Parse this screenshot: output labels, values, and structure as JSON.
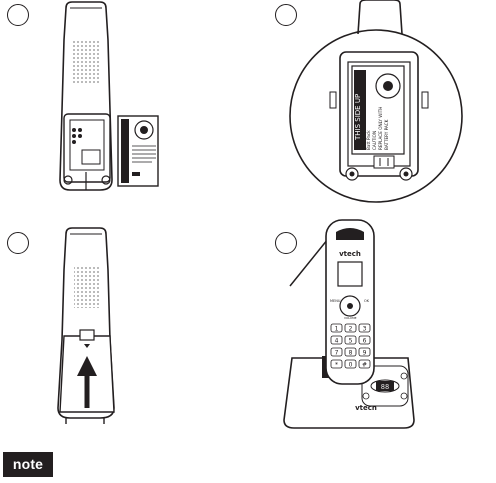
{
  "steps": [
    {
      "id": "1",
      "badge_label": ""
    },
    {
      "id": "2",
      "badge_label": ""
    },
    {
      "id": "3",
      "badge_label": ""
    },
    {
      "id": "4",
      "badge_label": ""
    }
  ],
  "battery_label": {
    "line1": "THIS SIDE UP",
    "small_lines": [
      "Batt Pack",
      "CAUTION",
      "REPLACE ONLY WITH",
      "BATTERY PACK"
    ]
  },
  "phone": {
    "brand": "vtech",
    "keypad": [
      "1",
      "2",
      "3",
      "4",
      "5",
      "6",
      "7",
      "8",
      "9",
      "*",
      "0",
      "#"
    ],
    "nav_labels": {
      "menu_select": "MENU",
      "ok": "OK",
      "volume": "VOLUME"
    },
    "base_display": "88",
    "base_brand": "vtech"
  },
  "note": {
    "label": "note"
  },
  "colors": {
    "ink": "#231f20",
    "background": "#ffffff",
    "grille": "#8a8a8a"
  }
}
